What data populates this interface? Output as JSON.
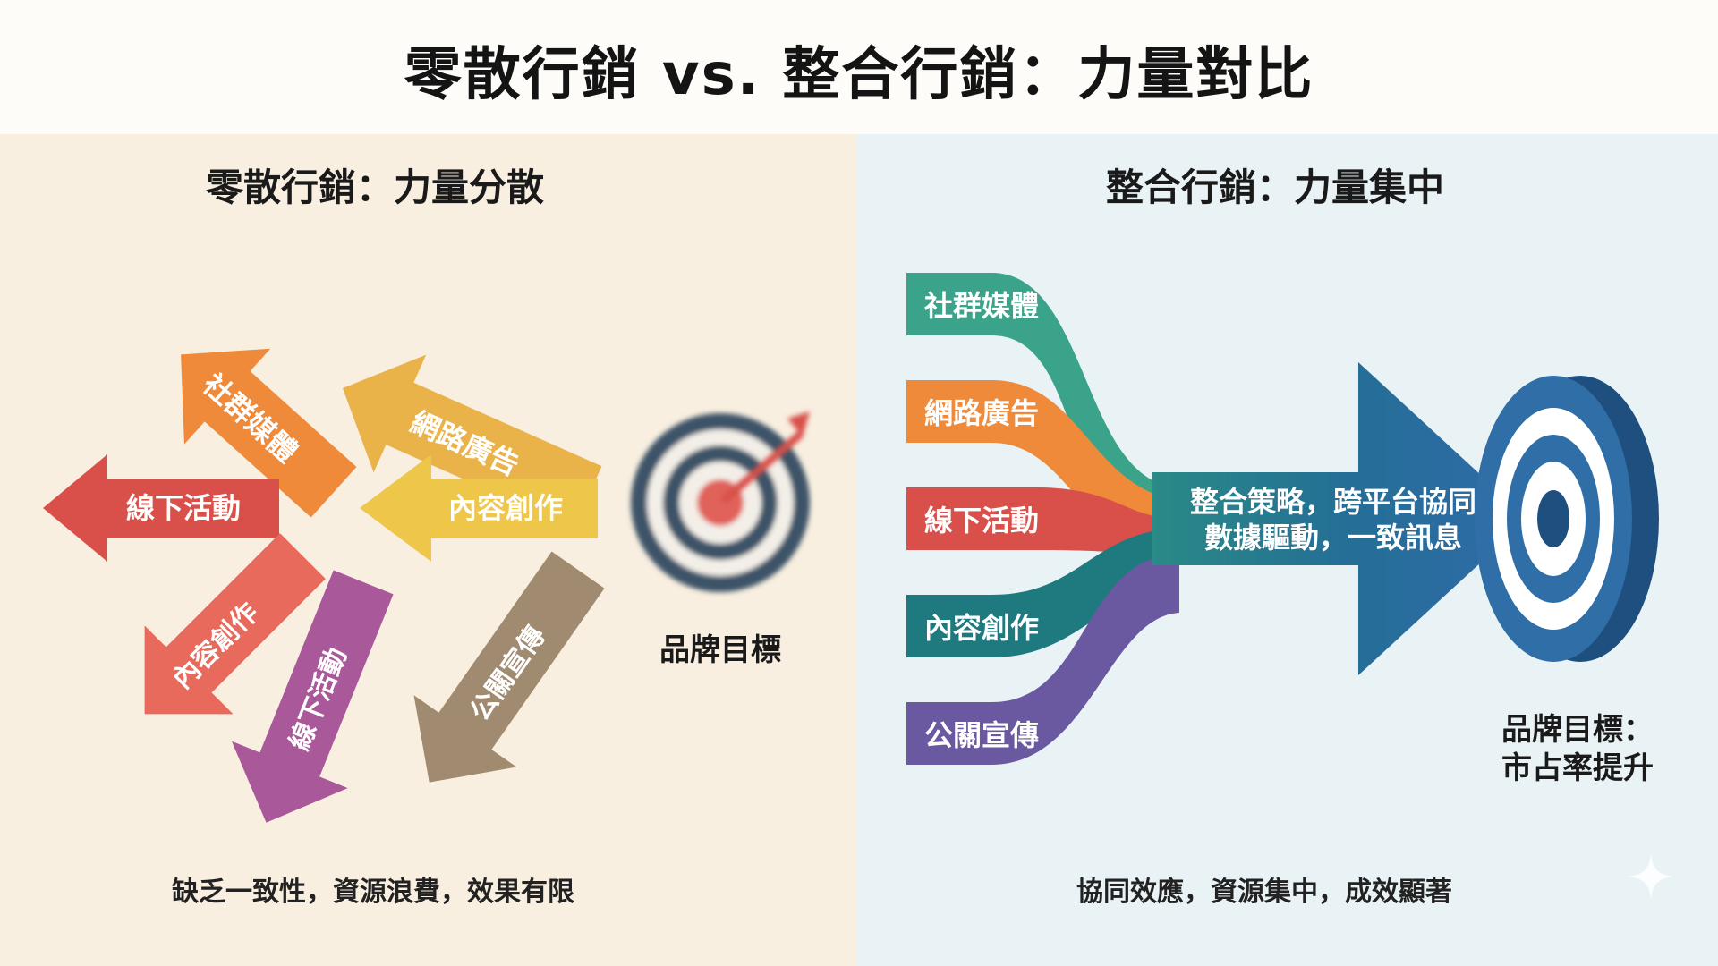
{
  "title": "零散行銷 vs. 整合行銷：力量對比",
  "left": {
    "heading": "零散行銷：力量分散",
    "arrows": [
      "社群媒體",
      "網路廣告",
      "線下活動",
      "內容創作",
      "內容創作",
      "線下活動",
      "公關宣傳"
    ],
    "target_label": "品牌目標",
    "caption": "缺乏一致性，資源浪費，效果有限"
  },
  "right": {
    "heading": "整合行銷：力量集中",
    "channels": [
      "社群媒體",
      "網路廣告",
      "線下活動",
      "內容創作",
      "公關宣傳"
    ],
    "center_line1": "整合策略，跨平台協同",
    "center_line2": "數據驅動，一致訊息",
    "target_line1": "品牌目標：",
    "target_line2": "市占率提升",
    "caption": "協同效應，資源集中，成效顯著"
  },
  "colors": {
    "orange": "#ee8a3a",
    "gold": "#e9b34a",
    "red": "#d9504a",
    "yellow": "#eec64a",
    "coral": "#e86a5c",
    "purple": "#a9589a",
    "taupe": "#a08a70",
    "teal": "#3aa38a",
    "dark_teal": "#1f7a80",
    "blue": "#2f6ea6",
    "violet": "#6a58a0"
  },
  "icons": [
    "target-icon",
    "dart-icon",
    "sparkle-icon"
  ]
}
